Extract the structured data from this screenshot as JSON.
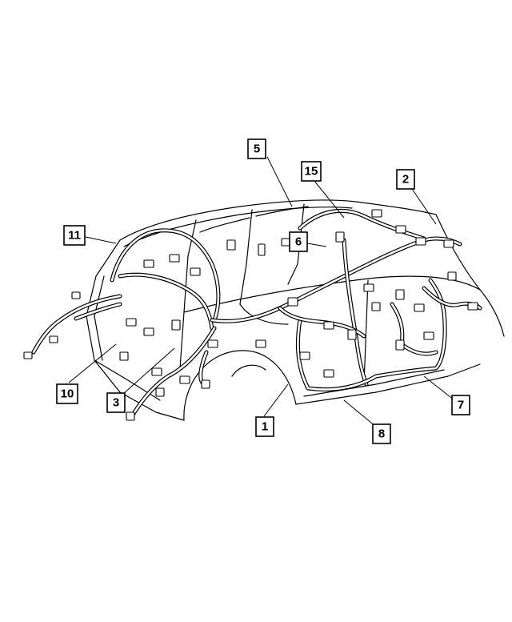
{
  "callouts": [
    {
      "id": "c1",
      "label": "1"
    },
    {
      "id": "c2",
      "label": "2"
    },
    {
      "id": "c3",
      "label": "3"
    },
    {
      "id": "c5",
      "label": "5"
    },
    {
      "id": "c6",
      "label": "6"
    },
    {
      "id": "c7",
      "label": "7"
    },
    {
      "id": "c8",
      "label": "8"
    },
    {
      "id": "c10",
      "label": "10"
    },
    {
      "id": "c11",
      "label": "11"
    },
    {
      "id": "c15",
      "label": "15"
    }
  ]
}
